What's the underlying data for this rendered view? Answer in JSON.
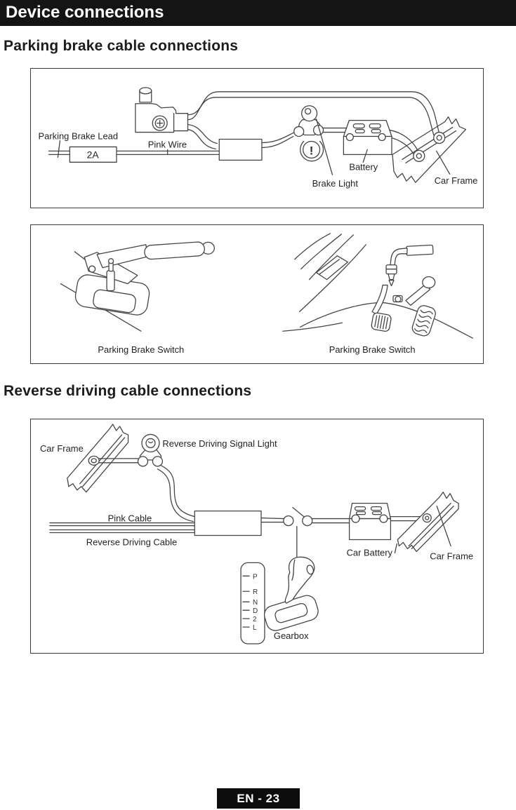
{
  "header": {
    "title": "Device connections"
  },
  "sections": {
    "parking": {
      "heading": "Parking brake cable connections",
      "wiring": {
        "parking_brake_lead": "Parking Brake Lead",
        "fuse_rating": "2A",
        "pink_wire": "Pink Wire",
        "brake_light": "Brake Light",
        "brake_warning_symbol": "!",
        "battery": "Battery",
        "car_frame": "Car Frame"
      },
      "switches": {
        "left_caption": "Parking Brake Switch",
        "right_caption": "Parking Brake Switch"
      }
    },
    "reverse": {
      "heading": "Reverse driving cable connections",
      "wiring": {
        "car_frame_left": "Car Frame",
        "signal_light": "Reverse Driving Signal Light",
        "pink_cable": "Pink Cable",
        "reverse_driving_cable": "Reverse Driving Cable",
        "car_battery": "Car Battery",
        "car_frame_right": "Car Frame",
        "gearbox": "Gearbox",
        "gear_positions": [
          "P",
          "R",
          "N",
          "D",
          "2",
          "L"
        ]
      }
    }
  },
  "footer": {
    "page_label": "EN - 23"
  },
  "colors": {
    "header_bg": "#141414",
    "line_art": "#454545",
    "text": "#231f20"
  }
}
